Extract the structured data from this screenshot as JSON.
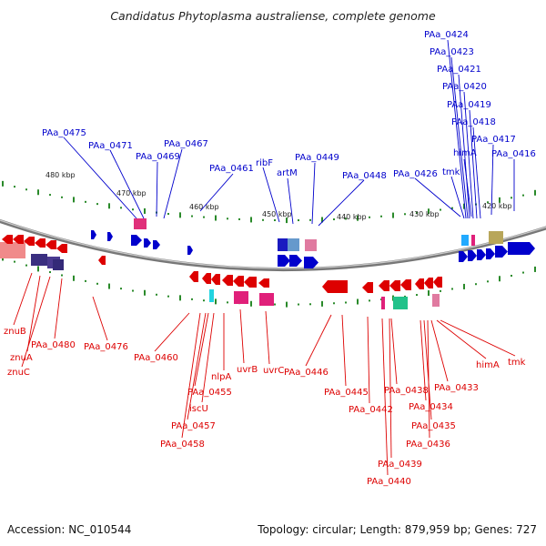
{
  "title": "Candidatus Phytoplasma australiense, complete genome",
  "footer": {
    "accession": "Accession: NC_010544",
    "summary": "Topology: circular; Length: 879,959 bp; Genes: 727"
  },
  "colors": {
    "forward": "#0000cc",
    "reverse": "#dd0000",
    "backbone": "#888888",
    "tick": "#2a8a2a"
  },
  "kbp_labels": [
    "480 kbp",
    "470 kbp",
    "460 kbp",
    "450 kbp",
    "440 kbp",
    "430 kbp",
    "420 kbp"
  ],
  "forward_genes": [
    "PAa_0475",
    "PAa_0471",
    "PAa_0469",
    "PAa_0467",
    "PAa_0461",
    "ribF",
    "artM",
    "PAa_0449",
    "PAa_0448",
    "PAa_0426",
    "tmk",
    "himA",
    "PAa_0424",
    "PAa_0423",
    "PAa_0421",
    "PAa_0420",
    "PAa_0419",
    "PAa_0418",
    "PAa_0417",
    "PAa_0416"
  ],
  "reverse_genes": [
    "znuB",
    "znuA",
    "znuC",
    "PAa_0480",
    "PAa_0476",
    "PAa_0460",
    "PAa_0455",
    "nlpA",
    "iscU",
    "PAa_0457",
    "PAa_0458",
    "uvrB",
    "uvrC",
    "PAa_0446",
    "PAa_0445",
    "PAa_0442",
    "PAa_0439",
    "PAa_0440",
    "PAa_0438",
    "PAa_0434",
    "PAa_0435",
    "PAa_0436",
    "PAa_0433",
    "himA",
    "tmk"
  ]
}
